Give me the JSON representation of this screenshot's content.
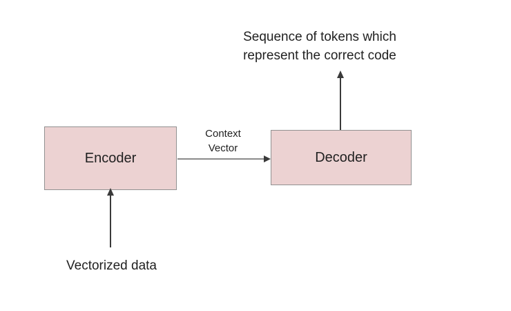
{
  "diagram": {
    "encoder_label": "Encoder",
    "decoder_label": "Decoder",
    "context_vector_label": "Context Vector",
    "output_label": "Sequence of tokens which represent the correct code",
    "input_label": "Vectorized data",
    "colors": {
      "box_fill": "#ecd2d2",
      "box_border": "#919191",
      "arrow_color": "#3a3a3a",
      "connector_color": "#8a8a8a"
    }
  }
}
